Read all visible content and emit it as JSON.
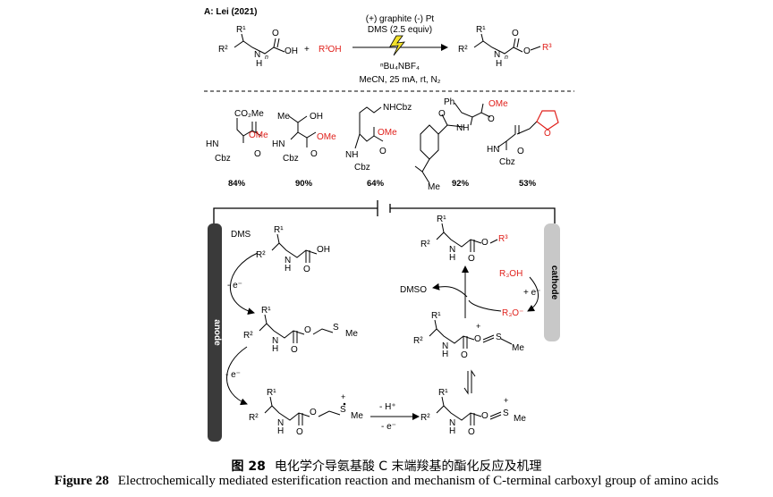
{
  "panel_label": "A: Lei (2021)",
  "reaction": {
    "plus": "+",
    "alcohol": "R³OH",
    "conditions_top1": "(+) graphite (-) Pt",
    "conditions_top2": "DMS (2.5 equiv)",
    "conditions_bottom1": "ⁿBu₄NBF₄",
    "conditions_bottom2": "MeCN, 25 mA, rt, N₂"
  },
  "structure_labels": {
    "R1": "R¹",
    "R2": "R²",
    "R3": "R³",
    "N": "N",
    "NH": "NH",
    "H": "H",
    "HN": "HN",
    "OH": "OH",
    "O": "O",
    "n": "n",
    "CO2Me": "CO₂Me",
    "OMe": "OMe",
    "Cbz": "Cbz",
    "Me": "Me",
    "NHCbz": "NHCbz",
    "Ph": "Ph",
    "Me_S": "Me",
    "S": "S",
    "plus": "+"
  },
  "yields": [
    "84%",
    "90%",
    "64%",
    "92%",
    "53%"
  ],
  "mechanism": {
    "anode_label": "anode",
    "cathode_label": "cathode",
    "dms": "DMS",
    "minus_e": "- e⁻",
    "minus_h": "- H⁺",
    "dmso": "DMSO",
    "r3oh": "R₃OH",
    "plus_e": "+ e⁻",
    "r3o_minus": "R₃O⁻"
  },
  "caption": {
    "cn_number": "图 28",
    "cn_text": "电化学介导氨基酸 C 末端羧基的酯化反应及机理",
    "en_number": "Figure 28",
    "en_text": "Electrochemically mediated esterification reaction and mechanism of C-terminal carboxyl group of amino acids"
  },
  "colors": {
    "red": "#e0201b",
    "anode": "#3a3a3a",
    "cathode": "#c8c8c8",
    "bolt": "#f2e12b"
  }
}
